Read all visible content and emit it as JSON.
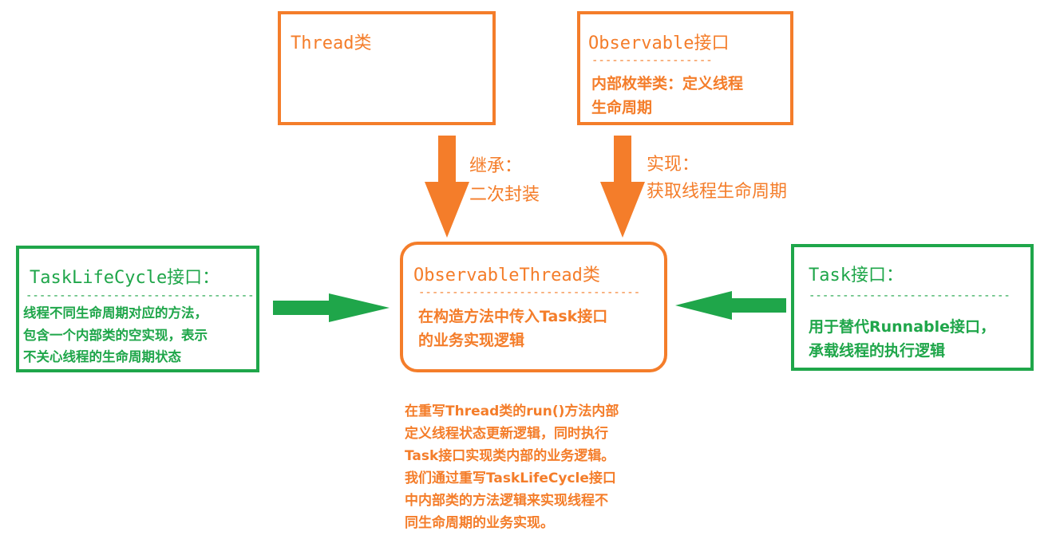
{
  "thread_box": {
    "title": "Thread类"
  },
  "observable_box": {
    "title": "Observable接口",
    "dashes": "------------------",
    "body_line1": "内部枚举类：定义线程",
    "body_line2": "生命周期"
  },
  "inherit_label": {
    "line1": "继承：",
    "line2": "二次封装"
  },
  "implement_label": {
    "line1": "实现：",
    "line2": "获取线程生命周期"
  },
  "tasklifecycle_box": {
    "title": "TaskLifeCycle接口：",
    "dashes": "-------------------------------------",
    "line1": "线程不同生命周期对应的方法，",
    "line2": "包含一个内部类的空实现，表示",
    "line3": "不关心线程的生命周期状态"
  },
  "observable_thread_box": {
    "title": "ObservableThread类",
    "dashes": "---------------------------------",
    "line1": "在构造方法中传入Task接口",
    "line2": "的业务实现逻辑"
  },
  "task_box": {
    "title": "Task接口：",
    "dashes": "-------------------------------",
    "line1": "用于替代Runnable接口，",
    "line2": "承载线程的执行逻辑"
  },
  "bottom_note": {
    "line1": "在重写Thread类的run()方法内部",
    "line2": "定义线程状态更新逻辑，同时执行",
    "line3": "Task接口实现类内部的业务逻辑。",
    "line4": "我们通过重写TaskLifeCycle接口",
    "line5": "中内部类的方法逻辑来实现线程不",
    "line6": "同生命周期的业务实现。"
  },
  "colors": {
    "orange": "#f47d2a",
    "green": "#1fa64a"
  }
}
